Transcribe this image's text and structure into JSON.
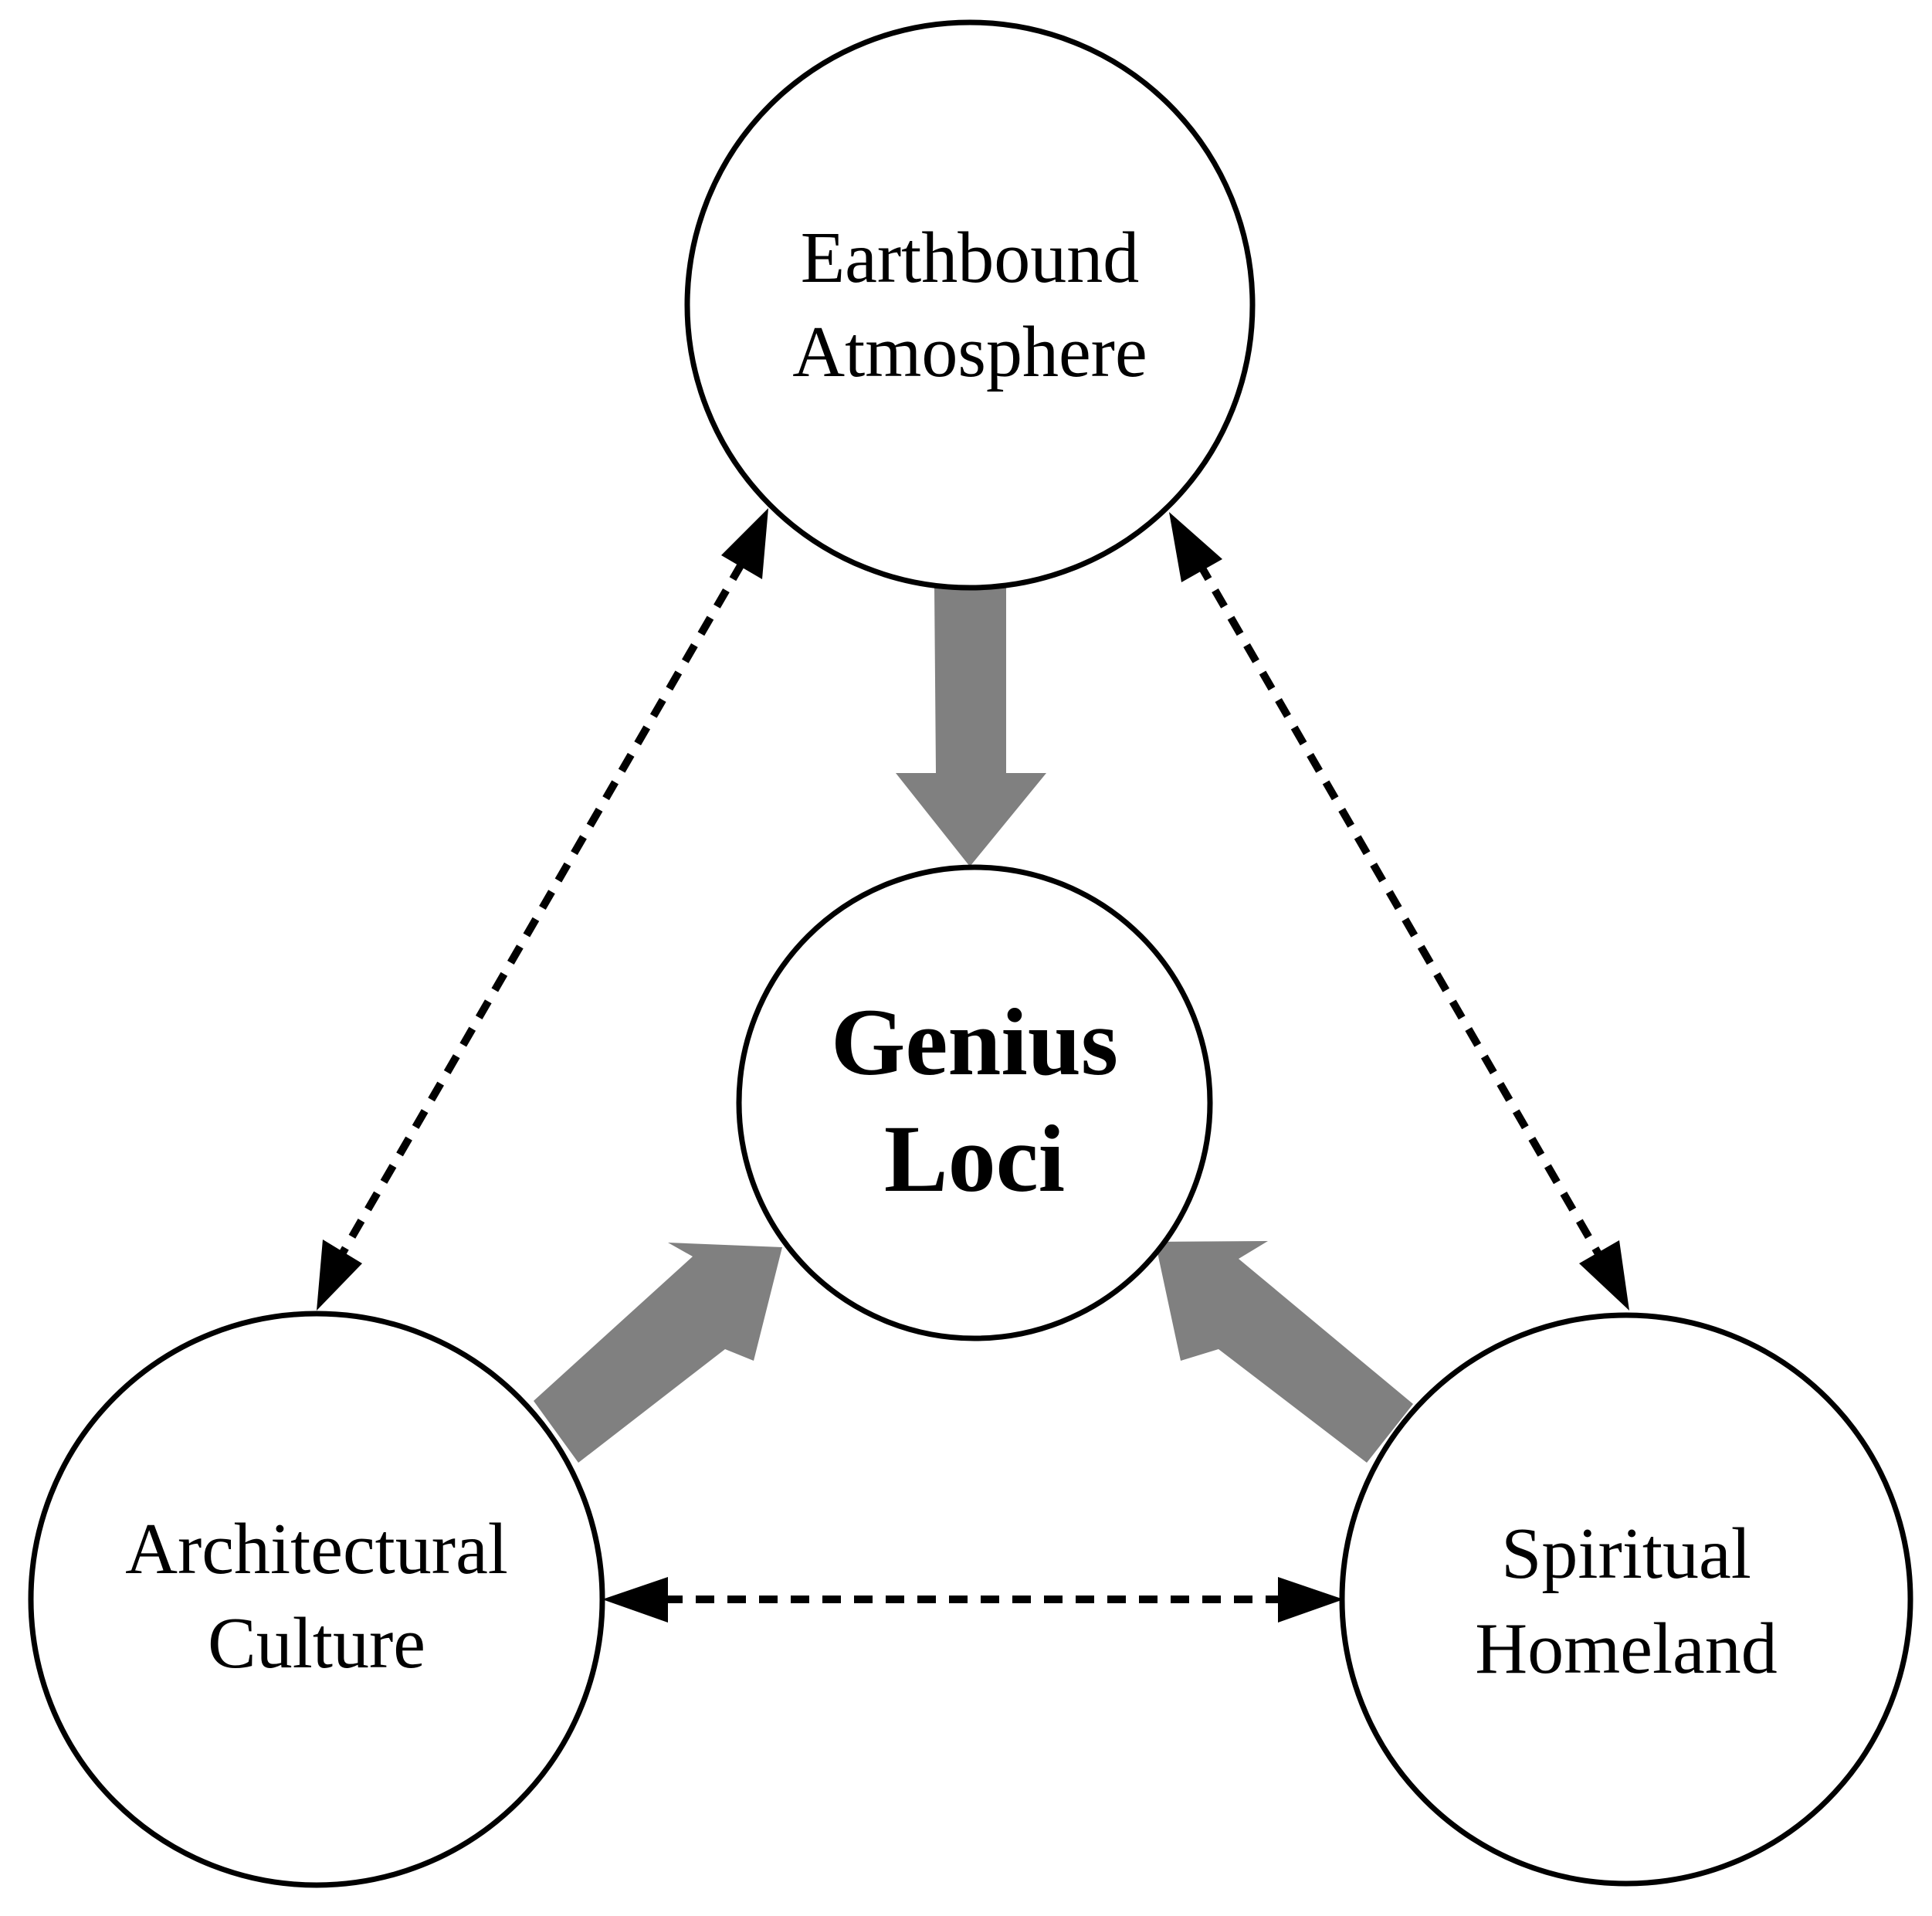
{
  "nodes": {
    "top": {
      "line1": "Earthbound",
      "line2": "Atmosphere"
    },
    "center": {
      "line1": "Genius",
      "line2": "Loci"
    },
    "left": {
      "line1": "Architectural",
      "line2": "Culture"
    },
    "right": {
      "line1": "Spiritual",
      "line2": "Homeland"
    }
  },
  "colors": {
    "node_stroke": "#000000",
    "node_fill": "#ffffff",
    "influence_arrow": "#808080",
    "relation_arrow": "#000000"
  }
}
